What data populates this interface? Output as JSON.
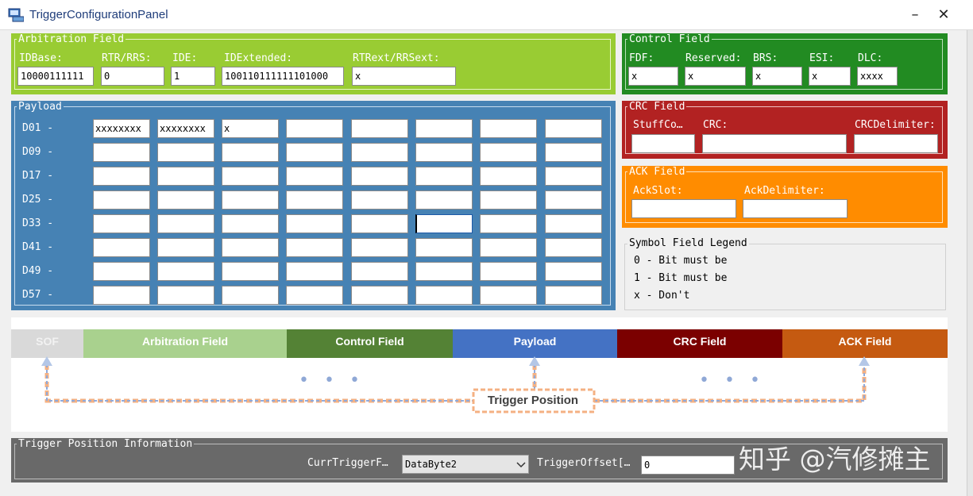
{
  "window": {
    "title": "TriggerConfigurationPanel",
    "minimize": "–",
    "close": "✕"
  },
  "arbitration": {
    "legend": "Arbitration Field",
    "fields": [
      {
        "label": "IDBase:",
        "value": "10000111111"
      },
      {
        "label": "RTR/RRS:",
        "value": "0"
      },
      {
        "label": "IDE:",
        "value": "1"
      },
      {
        "label": "IDExtended:",
        "value": "100110111111101000"
      },
      {
        "label": "RTRext/RRSext:",
        "value": "x"
      }
    ]
  },
  "control": {
    "legend": "Control Field",
    "fields": [
      {
        "label": "FDF:",
        "value": "x"
      },
      {
        "label": "Reserved:",
        "value": "x"
      },
      {
        "label": "BRS:",
        "value": "x"
      },
      {
        "label": "ESI:",
        "value": "x"
      },
      {
        "label": "DLC:",
        "value": "xxxx"
      }
    ]
  },
  "payload": {
    "legend": "Payload",
    "rows": [
      {
        "label": "D01 -",
        "cells": [
          "xxxxxxxx",
          "xxxxxxxx",
          "x",
          "",
          "",
          "",
          "",
          ""
        ]
      },
      {
        "label": "D09 -",
        "cells": [
          "",
          "",
          "",
          "",
          "",
          "",
          "",
          ""
        ]
      },
      {
        "label": "D17 -",
        "cells": [
          "",
          "",
          "",
          "",
          "",
          "",
          "",
          ""
        ]
      },
      {
        "label": "D25 -",
        "cells": [
          "",
          "",
          "",
          "",
          "",
          "",
          "",
          ""
        ]
      },
      {
        "label": "D33 -",
        "cells": [
          "",
          "",
          "",
          "",
          "",
          "",
          "",
          ""
        ]
      },
      {
        "label": "D41 -",
        "cells": [
          "",
          "",
          "",
          "",
          "",
          "",
          "",
          ""
        ]
      },
      {
        "label": "D49 -",
        "cells": [
          "",
          "",
          "",
          "",
          "",
          "",
          "",
          ""
        ]
      },
      {
        "label": "D57 -",
        "cells": [
          "",
          "",
          "",
          "",
          "",
          "",
          "",
          ""
        ]
      }
    ]
  },
  "crc": {
    "legend": "CRC Field",
    "fields": [
      {
        "label": "StuffCo…",
        "value": ""
      },
      {
        "label": "CRC:",
        "value": ""
      },
      {
        "label": "CRCDelimiter:",
        "value": ""
      }
    ]
  },
  "ack": {
    "legend": "ACK Field",
    "fields": [
      {
        "label": "AckSlot:",
        "value": ""
      },
      {
        "label": "AckDelimiter:",
        "value": ""
      }
    ]
  },
  "symbol_legend": {
    "title": "Symbol Field Legend",
    "items": [
      "0 - Bit must be",
      "1 - Bit must be",
      "x - Don't"
    ]
  },
  "frame_diagram": {
    "segments": [
      {
        "label": "SOF",
        "color": "#d9d9d9",
        "text_color": "#f2f2f2"
      },
      {
        "label": "Arbitration Field",
        "color": "#a9d18e",
        "text_color": "#ffffff"
      },
      {
        "label": "Control Field",
        "color": "#548235",
        "text_color": "#ffffff"
      },
      {
        "label": "Payload",
        "color": "#4472c4",
        "text_color": "#ffffff"
      },
      {
        "label": "CRC Field",
        "color": "#7b0000",
        "text_color": "#ffffff"
      },
      {
        "label": "ACK Field",
        "color": "#c55a11",
        "text_color": "#ffffff"
      }
    ],
    "trigger_label": "Trigger Position",
    "ellipsis": "• • •"
  },
  "trigger_info": {
    "legend": "Trigger Position Information",
    "curr_label": "CurrTriggerF…",
    "curr_value": "DataByte2",
    "offset_label": "TriggerOffset[…",
    "offset_value": "0"
  },
  "watermark": "知乎 @汽修摊主",
  "colors": {
    "arbitration": "#99cc33",
    "control": "#228b22",
    "payload": "#4682b4",
    "crc": "#b22222",
    "ack": "#ff8c00",
    "trigger_info": "#696969"
  }
}
